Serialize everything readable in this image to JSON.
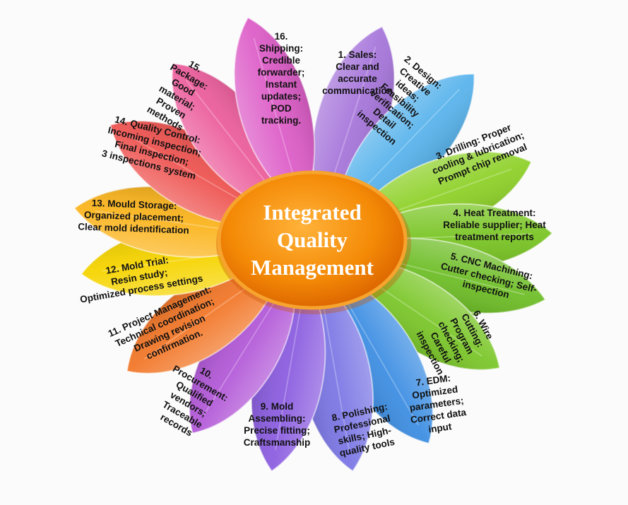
{
  "center": {
    "lines": [
      "Integrated",
      "Quality",
      "Management"
    ],
    "color": "#f08a00"
  },
  "petals": [
    {
      "id": "sales",
      "lines": [
        "1. Sales:",
        "Clear and",
        "accurate",
        "communication"
      ],
      "color": "#a777db"
    },
    {
      "id": "design",
      "lines": [
        "2. Design:",
        "Creative",
        "ideas;",
        "Feasibility",
        "verification;",
        "Detail",
        "inspection"
      ],
      "color": "#5ab4ec"
    },
    {
      "id": "drilling",
      "lines": [
        "3. Drilling: Proper",
        "cooling & lubrication;",
        "Prompt chip removal"
      ],
      "color": "#8fd12a"
    },
    {
      "id": "heat-treatment",
      "lines": [
        "4. Heat Treatment:",
        "Reliable supplier; Heat",
        "treatment reports"
      ],
      "color": "#7ac525"
    },
    {
      "id": "cnc-machining",
      "lines": [
        "5. CNC Machining:",
        "Cutter checking; Self-",
        "inspection"
      ],
      "color": "#6fbe28"
    },
    {
      "id": "wire-cutting",
      "lines": [
        "6. Wire",
        "Cutting:",
        "Program",
        "checking;",
        "Careful",
        "inspection"
      ],
      "color": "#7cc72b"
    },
    {
      "id": "edm",
      "lines": [
        "7. EDM:",
        "Optimized",
        "parameters;",
        "Correct data",
        "input"
      ],
      "color": "#3f8fe3"
    },
    {
      "id": "polishing",
      "lines": [
        "8. Polishing:",
        "Professional",
        "skills; High-",
        "quality tools"
      ],
      "color": "#7c78e5"
    },
    {
      "id": "mold-assembling",
      "lines": [
        "9. Mold",
        "Assembling:",
        "Precise fitting;",
        "Craftsmanship"
      ],
      "color": "#8c5ee0"
    },
    {
      "id": "procurement",
      "lines": [
        "10.",
        "Procurement:",
        "Qualified",
        "vendors;",
        "Traceable",
        "records"
      ],
      "color": "#b35ad8"
    },
    {
      "id": "project-management",
      "lines": [
        "11. Project Management:",
        "Technical coordination;",
        "Drawing revision",
        "confirmation."
      ],
      "color": "#f2782a"
    },
    {
      "id": "mold-trial",
      "lines": [
        "12. Mold Trial:",
        "Resin study;",
        "Optimized process settings"
      ],
      "color": "#f6d400"
    },
    {
      "id": "mould-storage",
      "lines": [
        "13. Mould Storage:",
        "Organized placement;",
        "Clear mold identification"
      ],
      "color": "#fbb51f"
    },
    {
      "id": "quality-control",
      "lines": [
        "14. Quality Control:",
        "Incoming inspection;",
        "Final inspection;",
        "3 inspections system"
      ],
      "color": "#ee5552"
    },
    {
      "id": "package",
      "lines": [
        "15.",
        "Package:",
        "Good",
        "material;",
        "Proven",
        "methods"
      ],
      "color": "#ec5f9d"
    },
    {
      "id": "shipping",
      "lines": [
        "16.",
        "Shipping:",
        "Credible",
        "forwarder;",
        "Instant",
        "updates;",
        "POD",
        "tracking."
      ],
      "color": "#dd5ec8"
    }
  ]
}
